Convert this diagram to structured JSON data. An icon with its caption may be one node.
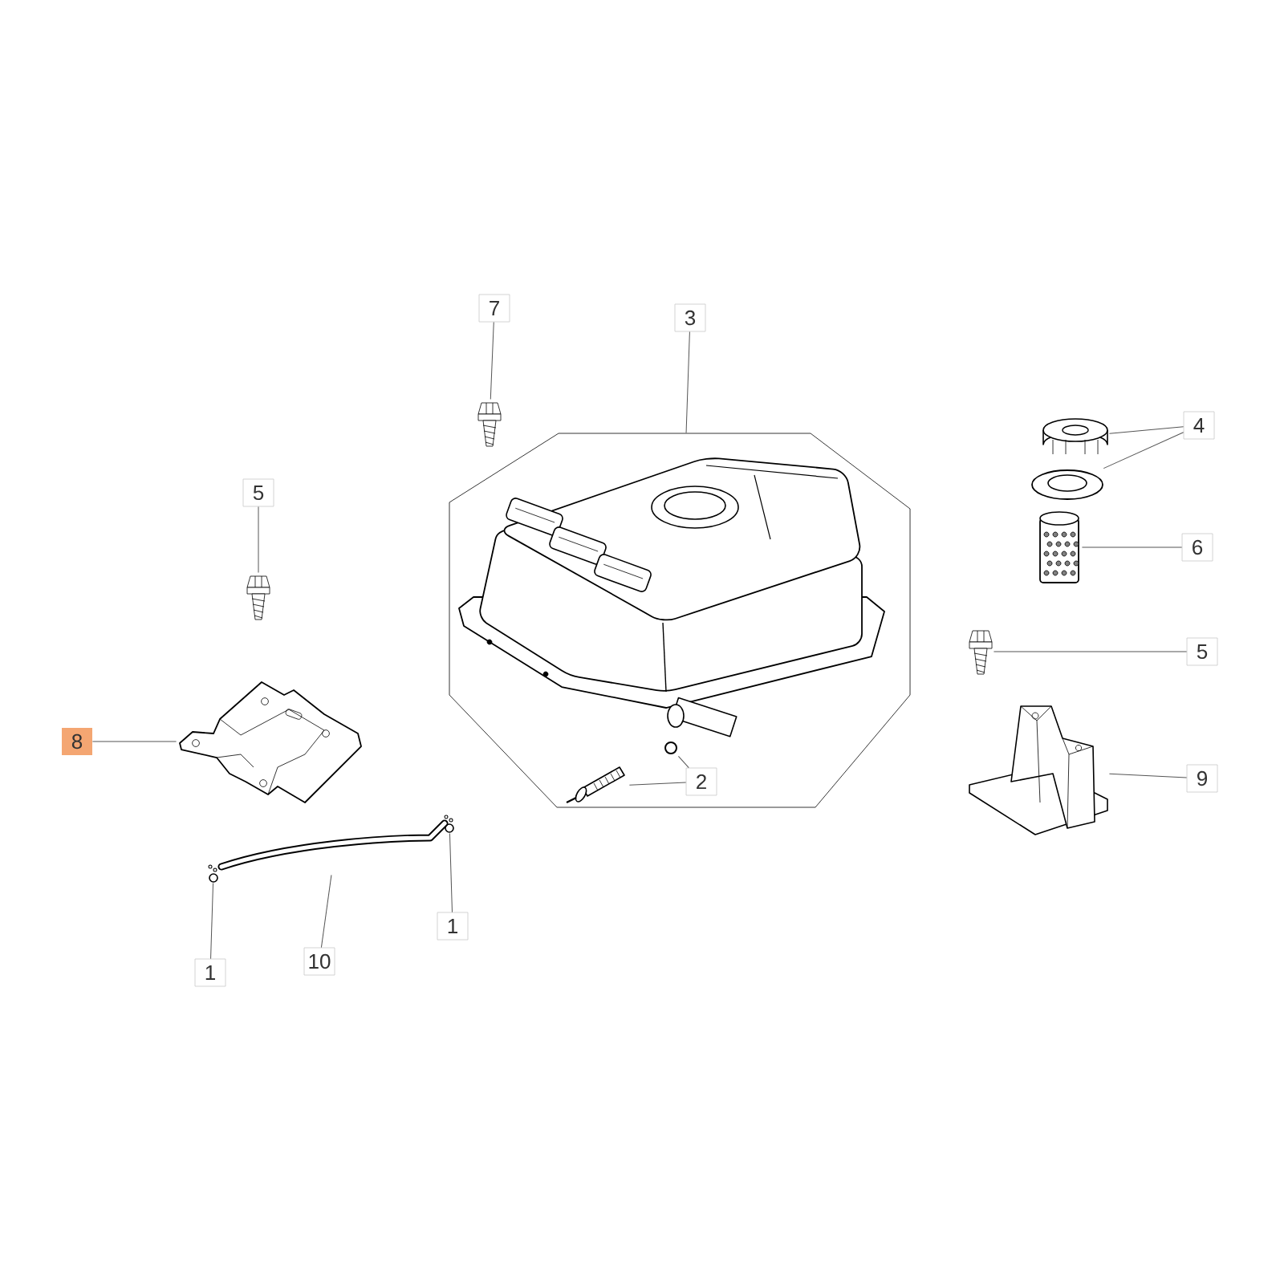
{
  "diagram": {
    "nodes": [
      {
        "text": [
          "7"
        ]
      },
      {
        "text": [
          "3"
        ]
      },
      {
        "text": [],
        "shape": "picture"
      },
      {
        "text": [],
        "shape": "picture"
      },
      {
        "text": [],
        "shape": "picture"
      },
      {
        "text": [],
        "shape": "picture"
      },
      {
        "text": [
          "4"
        ]
      },
      {
        "text": [
          "5"
        ]
      },
      {
        "text": [],
        "shape": "picture"
      },
      {
        "text": [
          "6"
        ]
      },
      {
        "text": [],
        "shape": "picture"
      },
      {
        "text": [],
        "shape": "picture"
      },
      {
        "text": [
          "5"
        ]
      },
      {
        "text": [
          "8"
        ]
      },
      {
        "text": [],
        "shape": "picture"
      },
      {
        "text": [],
        "shape": "picture",
        "in": 3
      },
      {
        "text": [],
        "shape": "circle",
        "in": 3
      },
      {
        "text": [
          "2"
        ],
        "in": 3
      },
      {
        "text": [],
        "shape": "picture"
      },
      {
        "text": [
          "9"
        ]
      },
      {
        "text": [],
        "shape": "picture"
      },
      {
        "text": [],
        "shape": "picture"
      },
      {
        "text": [],
        "shape": "picture"
      },
      {
        "text": [
          "1"
        ]
      },
      {
        "text": [
          "10"
        ]
      },
      {
        "text": [
          "1"
        ]
      }
    ],
    "edges": [
      {
        "from": 0,
        "to": 2,
        "arrow": "none"
      },
      {
        "from": 1,
        "to": 3,
        "arrow": "none"
      },
      {
        "from": 6,
        "to": 4,
        "arrow": "none"
      },
      {
        "from": 6,
        "to": 5,
        "arrow": "none"
      },
      {
        "from": 7,
        "to": 10,
        "arrow": "none"
      },
      {
        "from": 9,
        "to": 8,
        "arrow": "none"
      },
      {
        "from": 12,
        "to": 11,
        "arrow": "none"
      },
      {
        "from": 13,
        "to": 14,
        "arrow": "none"
      },
      {
        "from": 17,
        "to": 15,
        "arrow": "none"
      },
      {
        "from": 17,
        "to": 16,
        "arrow": "none"
      },
      {
        "from": 19,
        "to": 18,
        "arrow": "none"
      },
      {
        "from": 23,
        "to": 20,
        "arrow": "none"
      },
      {
        "from": 24,
        "to": 22,
        "arrow": "none"
      },
      {
        "from": 25,
        "to": 21,
        "arrow": "none"
      }
    ]
  }
}
